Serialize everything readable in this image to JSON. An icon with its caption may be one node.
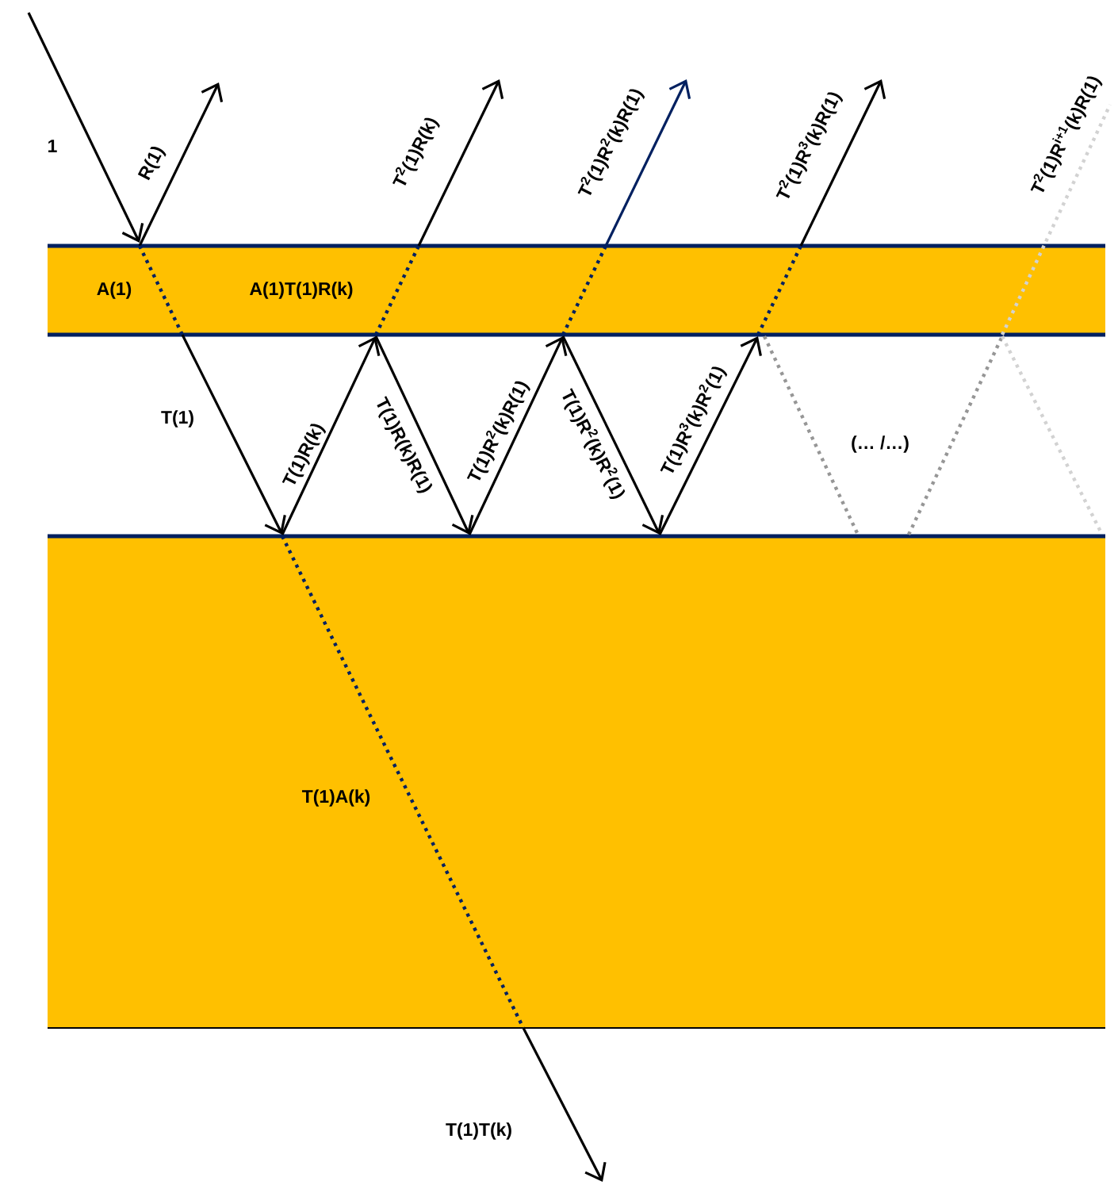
{
  "diagram": {
    "labels": [
      "1",
      "R(1)",
      "T$^{2}$(1)R(k)",
      "T$^{2}$(1)R$^{2}$(k)R(1)",
      "T$^{2}$(1)R$^{3}$(k)R(1)",
      "T$^{2}$(1)R$^{i+1}$(k)R(1)",
      "A(1)",
      "A(1)T(1)R(k)",
      "T(1)",
      "T(1)R(k)",
      "T(1)R(k)R(1)",
      "T(1)R$^{2}$(k)R(1)",
      "T(1)R$^{2}$(k)R$^{2}$(1)",
      "T(1)R$^{3}$(k)R$^{2}$(1)",
      "(… /…)",
      "T(1)A(k)",
      "T(1)T(k)"
    ]
  }
}
